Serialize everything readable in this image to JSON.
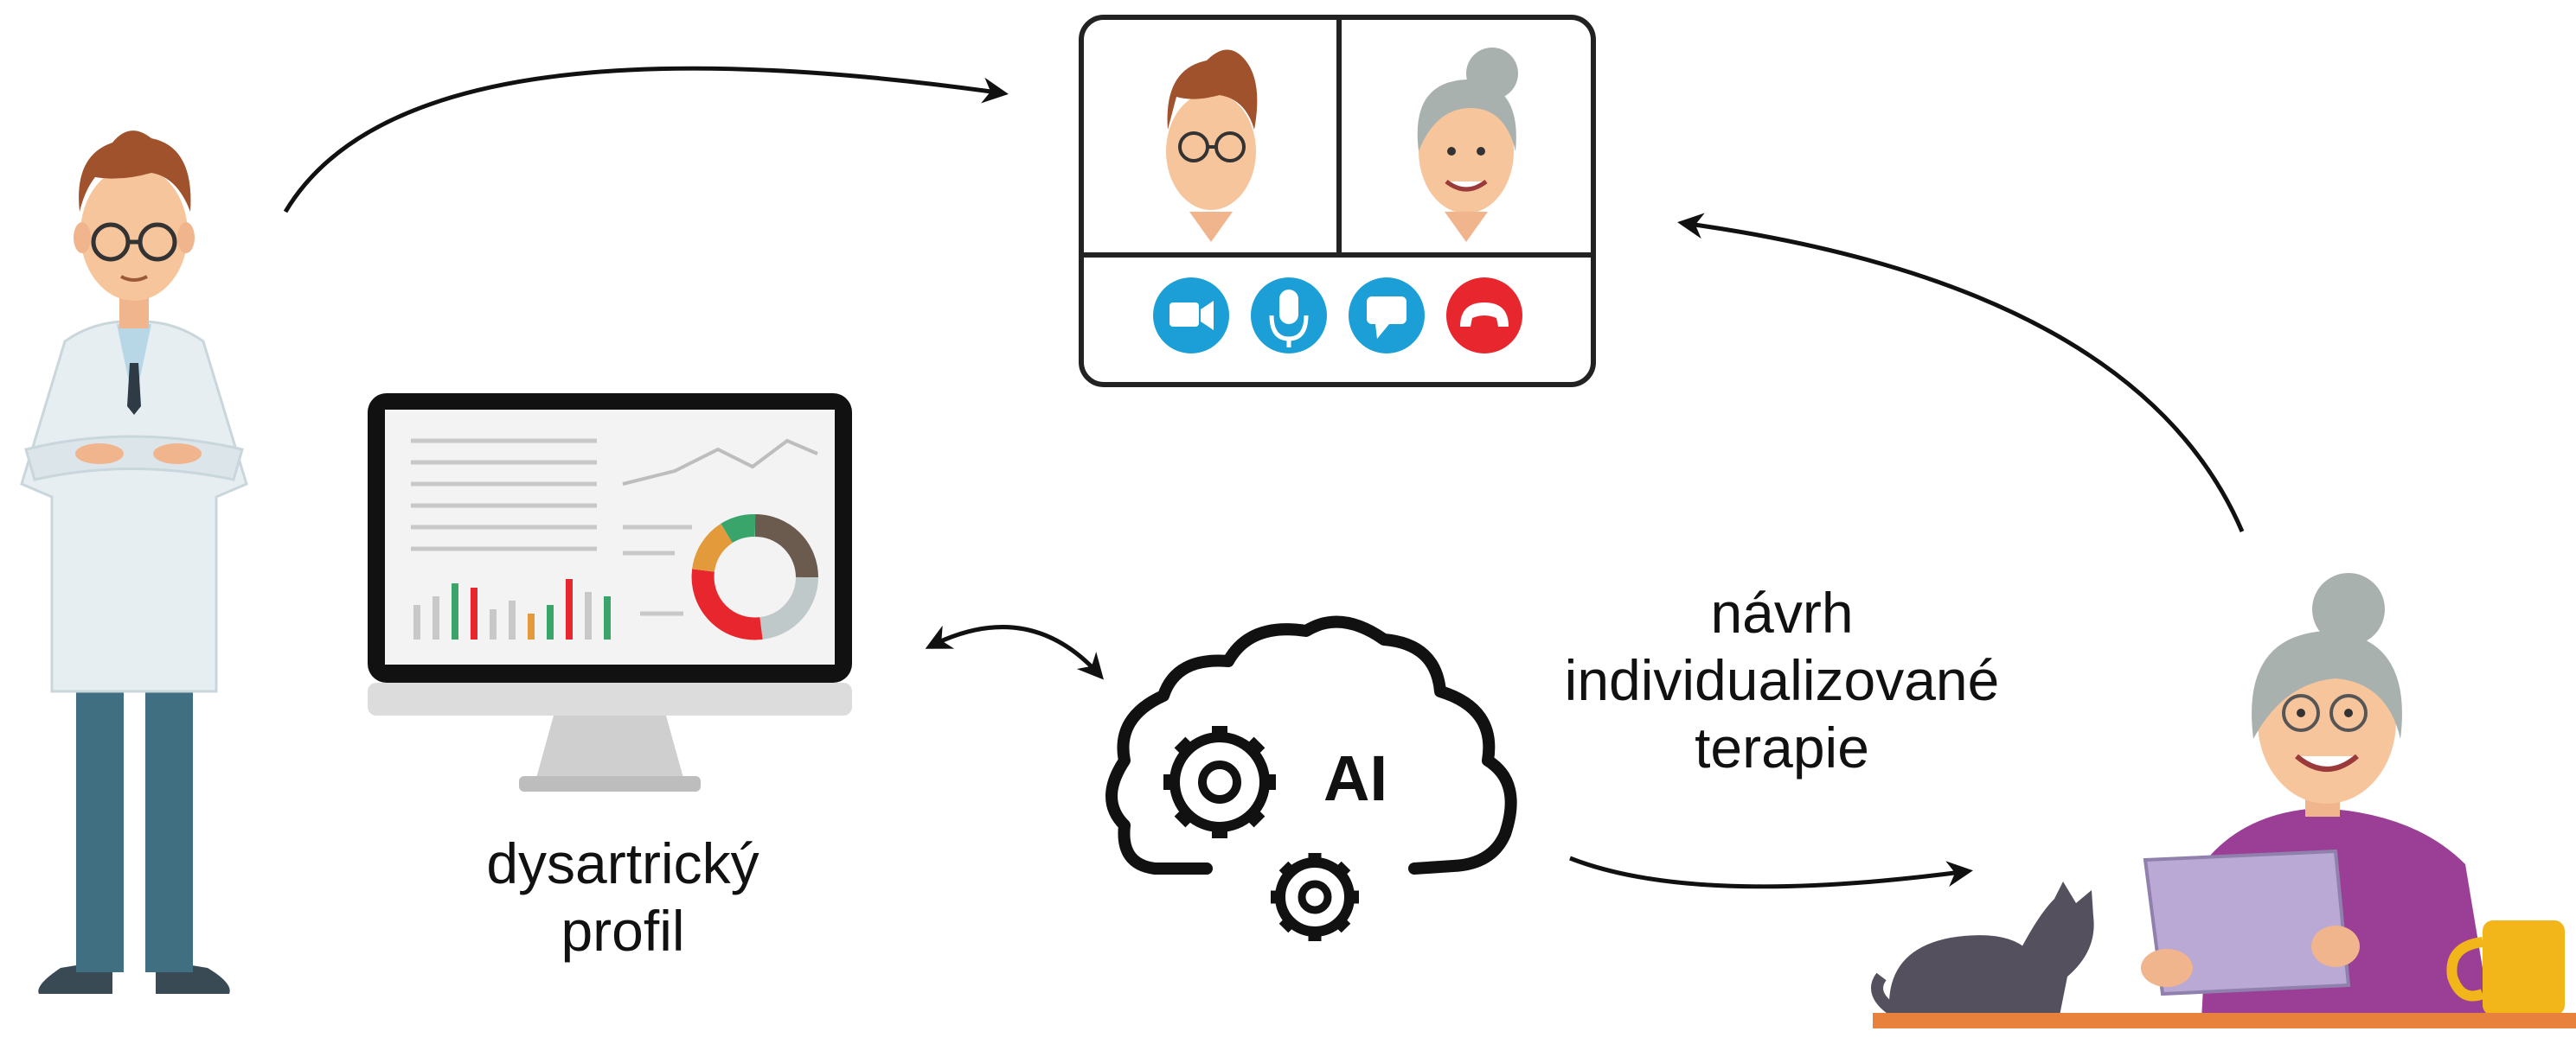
{
  "labels": {
    "profile_line1": "dysartrický",
    "profile_line2": "profil",
    "therapy_line1": "návrh",
    "therapy_line2": "individualizované",
    "therapy_line3": "terapie",
    "ai": "AI"
  },
  "colors": {
    "ink": "#111111",
    "call_button_blue": "#1b9fd6",
    "call_button_red": "#e8262d",
    "doctor_coat": "#e6eef2",
    "doctor_trousers": "#3f6f80",
    "patient_sweater": "#9b3f96",
    "tablet": "#b9a9d4",
    "table": "#e8813c",
    "cat": "#55505d",
    "mug": "#f2b61a"
  },
  "icons": {
    "doctor": "doctor-figure",
    "patient": "elderly-woman-figure",
    "video_call": "video-call-window-icon",
    "monitor": "monitor-dashboard-icon",
    "ai_cloud": "ai-cloud-gears-icon",
    "call_buttons": [
      "camera-icon",
      "microphone-icon",
      "chat-icon",
      "hang-up-icon"
    ]
  }
}
